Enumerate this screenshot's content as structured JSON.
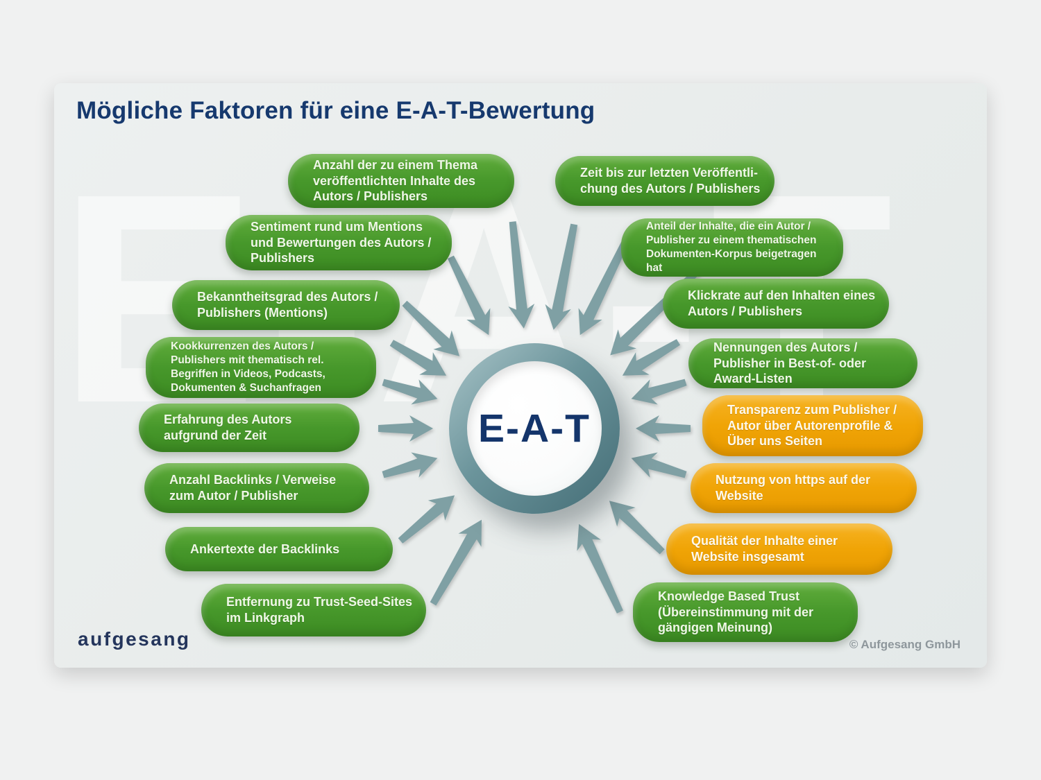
{
  "title": "Mögliche Faktoren für eine E-A-T-Bewertung",
  "watermark": "E-A-T",
  "center": {
    "label": "E-A-T"
  },
  "colors": {
    "green": "#47982b",
    "orange": "#f0a406",
    "arrow": "#7fa0a4",
    "navy": "#16396e"
  },
  "factors": {
    "left": [
      {
        "label": "Anzahl der zu einem Thema veröffentlichten Inhalte des Autors / Publishers",
        "color": "green"
      },
      {
        "label": "Sentiment rund um Mentions und Bewertungen des Autors / Publishers",
        "color": "green"
      },
      {
        "label": "Bekanntheitsgrad des Autors / Publishers (Mentions)",
        "color": "green"
      },
      {
        "label": "Kookkurrenzen des Autors / Publishers mit thematisch rel. Begriffen in Videos, Podcasts, Dokumenten & Suchanfragen",
        "color": "green"
      },
      {
        "label": "Erfahrung des Autors aufgrund der Zeit",
        "color": "green"
      },
      {
        "label": "Anzahl Backlinks / Verweise zum Autor / Publisher",
        "color": "green"
      },
      {
        "label": "Ankertexte der Backlinks",
        "color": "green"
      },
      {
        "label": "Entfernung zu Trust-Seed-Sites im Linkgraph",
        "color": "green"
      }
    ],
    "right": [
      {
        "label": "Zeit bis zur letzten Veröffentli-chung des Autors / Publishers",
        "color": "green"
      },
      {
        "label": "Anteil der Inhalte, die ein Autor / Publisher zu einem thematischen Dokumenten-Korpus beigetragen hat",
        "color": "green"
      },
      {
        "label": "Klickrate auf den Inhalten eines Autors / Publishers",
        "color": "green"
      },
      {
        "label": "Nennungen des Autors / Publisher in Best-of- oder Award-Listen",
        "color": "green"
      },
      {
        "label": "Transparenz zum Publisher / Autor über Autorenprofile & Über uns Seiten",
        "color": "orange"
      },
      {
        "label": "Nutzung von https auf der Website",
        "color": "orange"
      },
      {
        "label": "Qualität der Inhalte einer Website insgesamt",
        "color": "orange"
      },
      {
        "label": "Knowledge Based Trust (Übereinstimmung mit der gängigen Meinung)",
        "color": "green"
      }
    ]
  },
  "footer": {
    "logo": "aufgesang",
    "copyright": "© Aufgesang GmbH"
  }
}
